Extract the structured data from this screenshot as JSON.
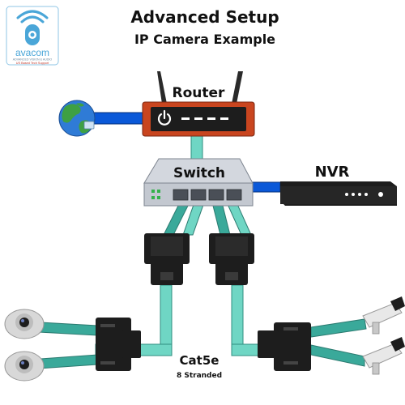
{
  "logo": {
    "brand": "avacom",
    "tagline": "ADVANCED VISION & AUDIO",
    "support": "US Based Tech Support"
  },
  "header": {
    "title": "Advanced Setup",
    "subtitle": "IP Camera Example"
  },
  "labels": {
    "router": "Router",
    "switch": "Switch",
    "nvr": "NVR",
    "cable": "Cat5e",
    "cable_sub": "8 Stranded"
  },
  "colors": {
    "router_orange": "#c9451f",
    "cable_teal": "#6fd6c4",
    "cable_blue": "#0a58d8",
    "switch_gray": "#c7ccd4",
    "nvr_black": "#1d1d1d",
    "accent_blue": "#4aa6d8"
  },
  "icons": {
    "internet": "globe-icon",
    "power": "power-icon",
    "wifi": "wifi-icon"
  }
}
